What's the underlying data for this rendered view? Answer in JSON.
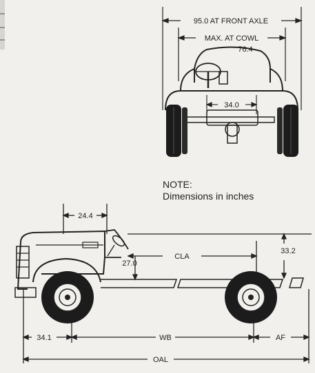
{
  "note": {
    "title": "NOTE:",
    "text": "Dimensions in inches"
  },
  "front_view": {
    "front_axle_label": "95.0 AT FRONT AXLE",
    "cowl_label": "MAX. AT COWL",
    "cowl_value": "76.4",
    "inner_value": "34.0"
  },
  "side_view": {
    "hood_value": "24.4",
    "frame_height_value": "27.0",
    "cla_label": "CLA",
    "cab_height_value": "33.2",
    "front_overhang_value": "34.1",
    "wb_label": "WB",
    "af_label": "AF",
    "oal_label": "OAL"
  },
  "colors": {
    "ink": "#222222",
    "paper": "#f1f0ec",
    "tire": "#1c1c1c"
  }
}
